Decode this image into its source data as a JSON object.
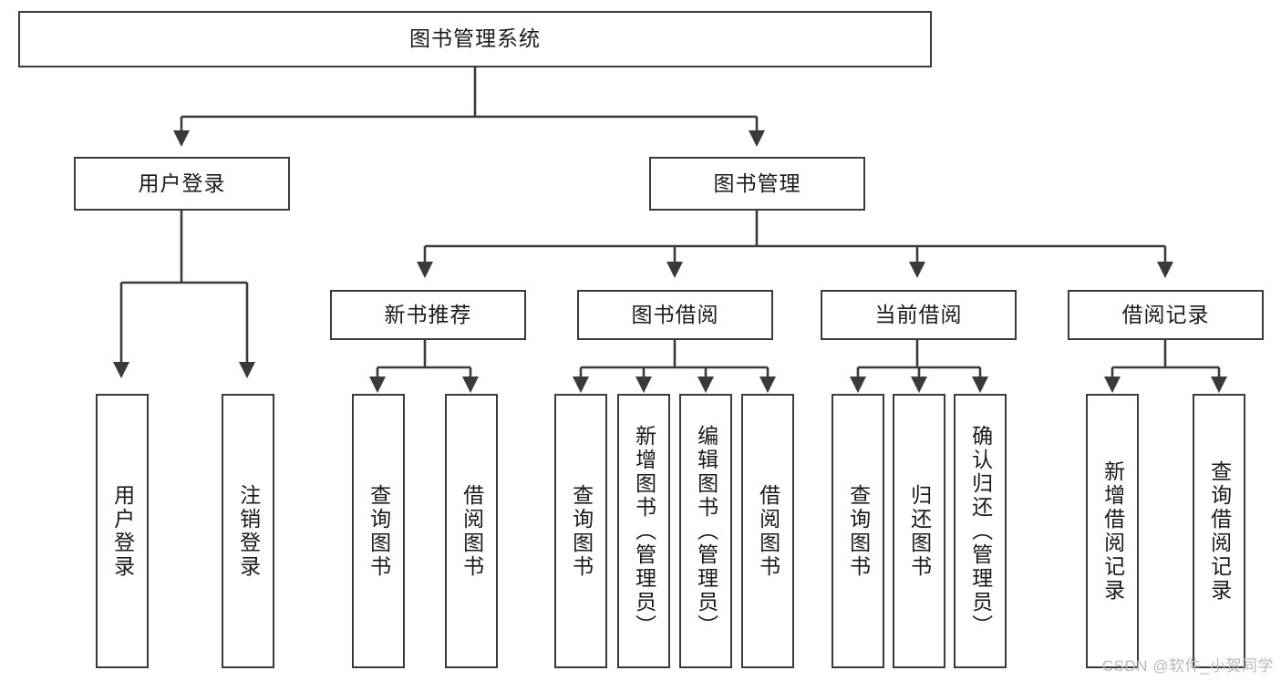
{
  "diagram": {
    "title": "图书管理系统",
    "watermark": "CSDN @软件_小贺同学",
    "stroke_color": "#3a3a3a",
    "background_color": "#ffffff",
    "text_color": "#1a1a1a",
    "root": {
      "label": "图书管理系统"
    },
    "level1": [
      {
        "label": "用户登录"
      },
      {
        "label": "图书管理"
      }
    ],
    "level2": [
      {
        "label": "新书推荐"
      },
      {
        "label": "图书借阅"
      },
      {
        "label": "当前借阅"
      },
      {
        "label": "借阅记录"
      }
    ],
    "leaves": {
      "user_login": [
        {
          "label": "用户登录"
        },
        {
          "label": "注销登录"
        }
      ],
      "new_book_recommend": [
        {
          "label": "查询图书"
        },
        {
          "label": "借阅图书"
        }
      ],
      "book_borrow": [
        {
          "label": "查询图书"
        },
        {
          "label": "新增图书（管理员）"
        },
        {
          "label": "编辑图书（管理员）"
        },
        {
          "label": "借阅图书"
        }
      ],
      "current_borrow": [
        {
          "label": "查询图书"
        },
        {
          "label": "归还图书"
        },
        {
          "label": "确认归还（管理员）"
        }
      ],
      "borrow_record": [
        {
          "label": "新增借阅记录"
        },
        {
          "label": "查询借阅记录"
        }
      ]
    }
  }
}
